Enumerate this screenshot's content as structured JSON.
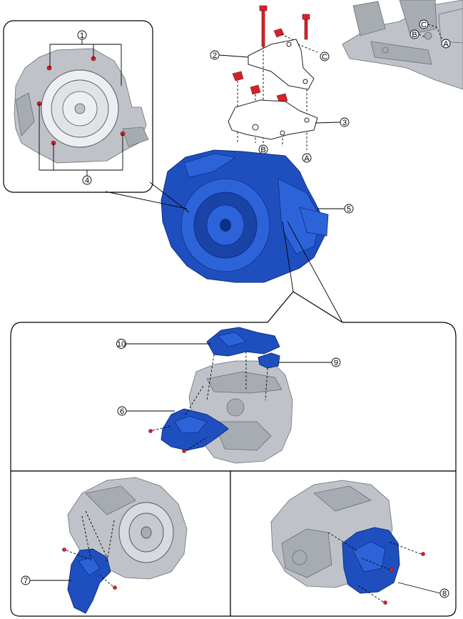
{
  "callouts": {
    "c1": "1",
    "c2": "2",
    "c3": "3",
    "c4": "4",
    "c5": "5",
    "c6": "6",
    "c7": "7",
    "c8": "8",
    "c9": "9",
    "c10": "10",
    "a1": "A",
    "a2": "A",
    "b1": "B",
    "b2": "B",
    "cc1": "C",
    "cc2": "C"
  },
  "colors": {
    "part_highlight": "#1f4fbf",
    "bolt": "#d3232a",
    "casting": "#bfc3c9"
  }
}
